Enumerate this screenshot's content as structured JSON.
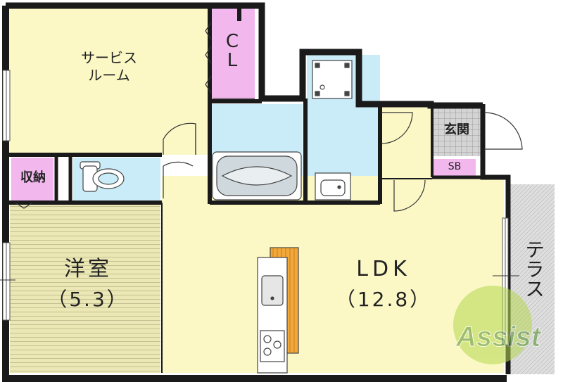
{
  "rooms": {
    "service_room": "サービス\nルーム",
    "closet": "C\nL",
    "storage": "収納",
    "western_room": "洋室",
    "western_room_size": "（5.3）",
    "ldk": "LDK",
    "ldk_size": "（12.8）",
    "entrance": "玄関",
    "shoe_box": "SB",
    "terrace": "テラス"
  },
  "watermark": "Assist",
  "colors": {
    "floor": "#fbf8c6",
    "wall": "#1a1a1a",
    "closet": "#f2b8ee",
    "water": "#c9ecf8",
    "tile": "#cfcfcf",
    "terrace": "#dcdcdc",
    "tatami": "#e9e7b0",
    "kitchen_counter": "#f3a83a"
  }
}
